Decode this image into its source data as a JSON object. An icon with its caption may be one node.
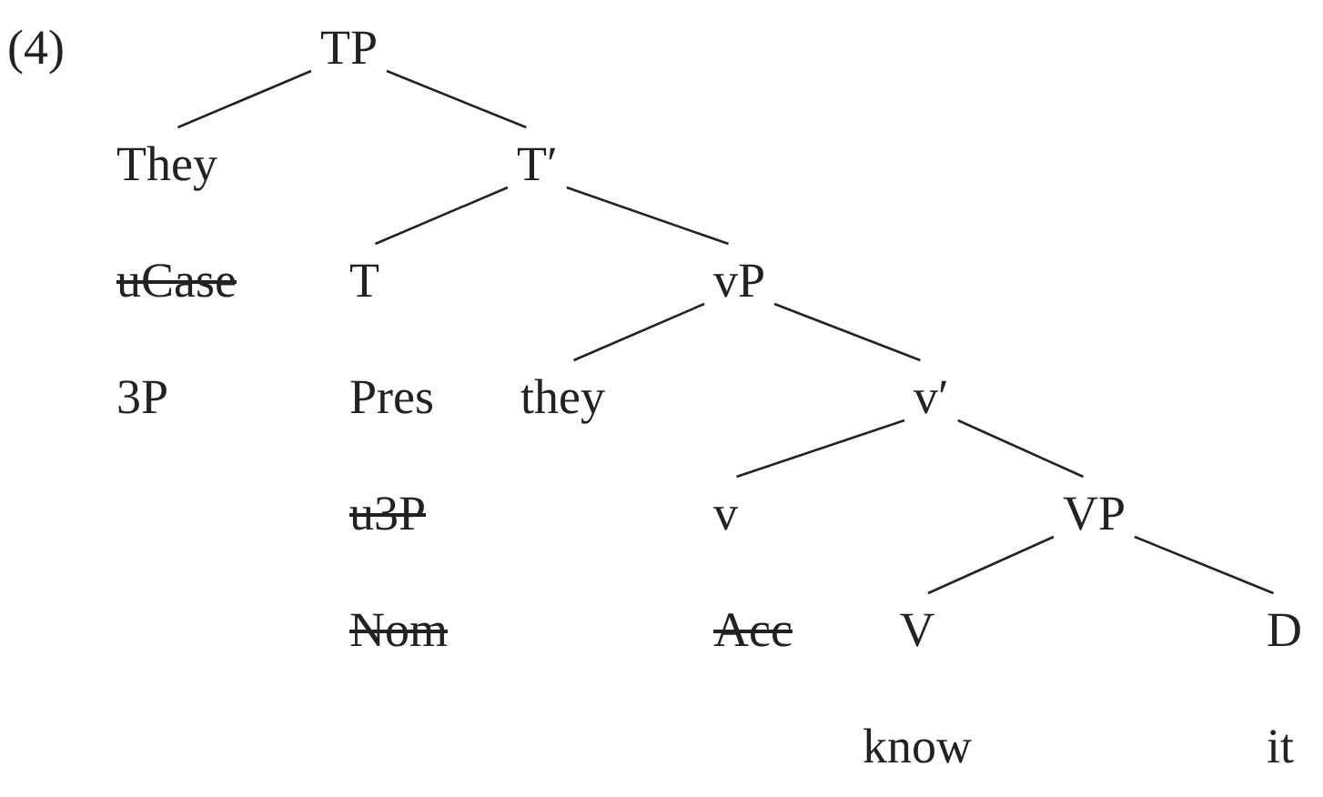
{
  "diagram": {
    "nodes": [
      {
        "text": [
          "TP"
        ]
      },
      {
        "text": [
          "They",
          "uCase",
          "3P"
        ]
      },
      {
        "text": [
          "T′"
        ]
      },
      {
        "text": [
          "T",
          "Pres",
          "u3P",
          "Nom"
        ]
      },
      {
        "text": [
          "vP"
        ]
      },
      {
        "text": [
          "they"
        ]
      },
      {
        "text": [
          "v′"
        ]
      },
      {
        "text": [
          "v",
          "Acc"
        ]
      },
      {
        "text": [
          "VP"
        ]
      },
      {
        "text": [
          "V",
          "know"
        ]
      },
      {
        "text": [
          "D",
          "it"
        ]
      }
    ],
    "edges": [
      {
        "from": 0,
        "to": 1,
        "arrow": "none"
      },
      {
        "from": 0,
        "to": 2,
        "arrow": "none"
      },
      {
        "from": 2,
        "to": 3,
        "arrow": "none"
      },
      {
        "from": 2,
        "to": 4,
        "arrow": "none"
      },
      {
        "from": 4,
        "to": 5,
        "arrow": "none"
      },
      {
        "from": 4,
        "to": 6,
        "arrow": "none"
      },
      {
        "from": 6,
        "to": 7,
        "arrow": "none"
      },
      {
        "from": 6,
        "to": 8,
        "arrow": "none"
      },
      {
        "from": 8,
        "to": 9,
        "arrow": "none"
      },
      {
        "from": 8,
        "to": 10,
        "arrow": "none"
      }
    ],
    "labels": [
      "(4)"
    ]
  }
}
